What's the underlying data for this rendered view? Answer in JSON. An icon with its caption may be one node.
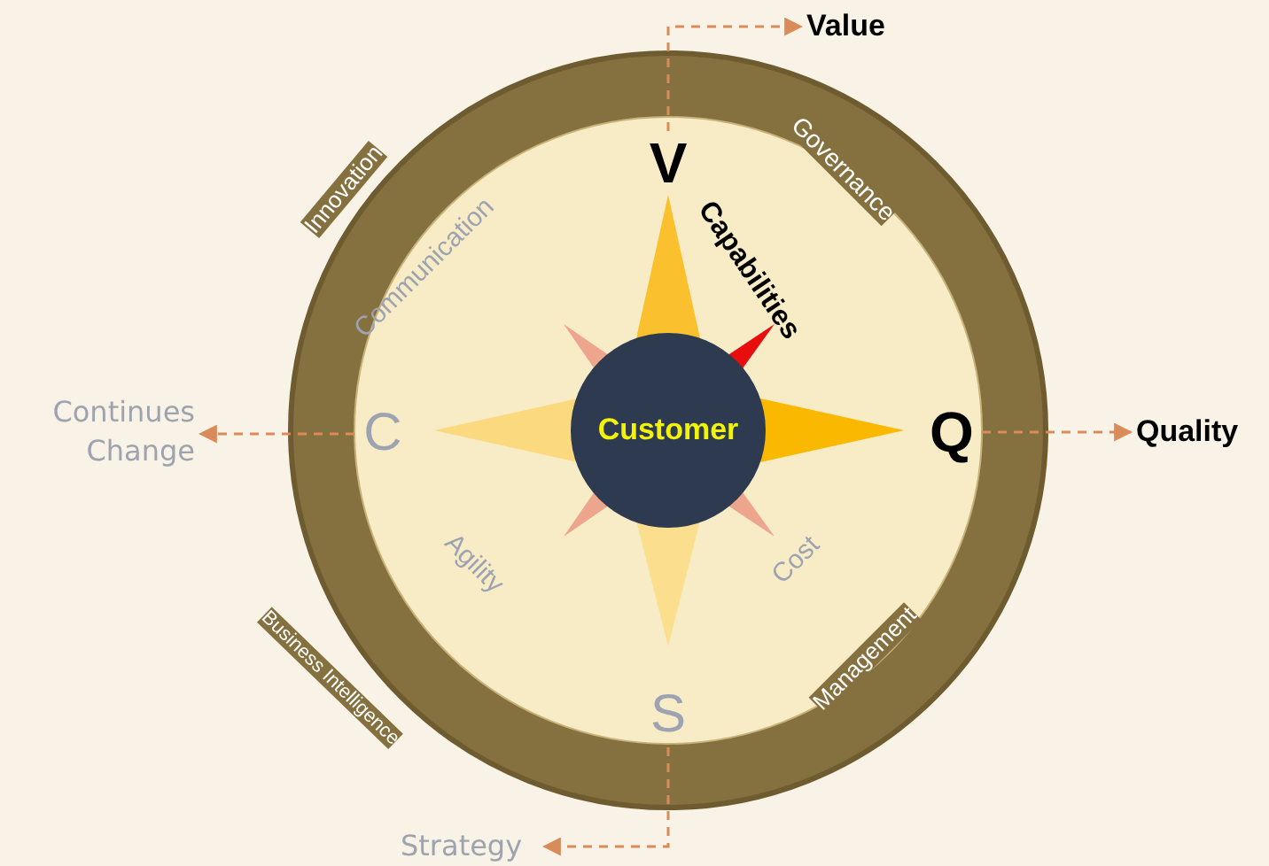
{
  "diagram": {
    "nodes": [
      {
        "text": [
          "Customer"
        ]
      },
      {
        "text": [
          "V"
        ]
      },
      {
        "text": [
          "Q"
        ]
      },
      {
        "text": [
          "C"
        ]
      },
      {
        "text": [
          "S"
        ]
      },
      {
        "text": [
          "Value"
        ]
      },
      {
        "text": [
          "Quality"
        ]
      },
      {
        "text": [
          "Continues Change"
        ]
      },
      {
        "text": [
          "Strategy"
        ]
      }
    ],
    "edges": [
      {
        "from": 1,
        "to": 5,
        "arrow": "to",
        "style": "dashed"
      },
      {
        "from": 2,
        "to": 6,
        "arrow": "to",
        "style": "dashed"
      },
      {
        "from": 3,
        "to": 7,
        "arrow": "to",
        "style": "dashed"
      },
      {
        "from": 4,
        "to": 8,
        "arrow": "to",
        "style": "dashed"
      }
    ],
    "labels": [
      "Innovation",
      "Governance",
      "Communication",
      "Capabilities",
      "Agility",
      "Cost",
      "Business Intelligence",
      "Management"
    ]
  }
}
